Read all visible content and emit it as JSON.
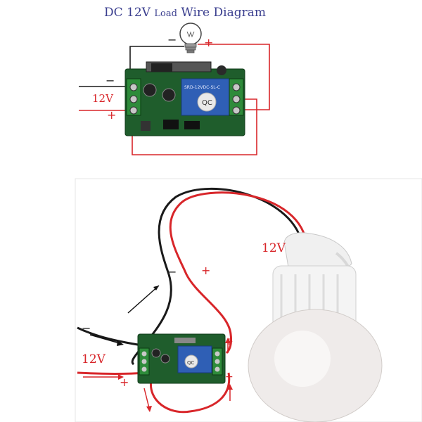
{
  "top_diagram": {
    "title_part1": "DC  12V",
    "title_part2": "Load",
    "title_part3": "Wire Diagram",
    "load_minus": "−",
    "load_plus": "+",
    "supply_minus": "−",
    "supply_voltage": "12V",
    "supply_plus": "+",
    "relay_text": "SRD-12VDC-SL-C",
    "relay_brand": "QC"
  },
  "photo": {
    "bulb_voltage": "12V",
    "wire_minus": "−",
    "wire_plus": "+",
    "supply_minus": "−",
    "supply_voltage": "12V",
    "supply_plus": "+",
    "right_plus_1": "+",
    "right_plus_2": "+",
    "relay_brand": "QC"
  },
  "colors": {
    "title": "#3b3f8f",
    "wire_red": "#d8262a",
    "wire_black": "#1a1a1a",
    "pcb_green": "#1f5d2c",
    "relay_blue": "#2f5fb5",
    "terminal_green": "#2e8b3a"
  }
}
